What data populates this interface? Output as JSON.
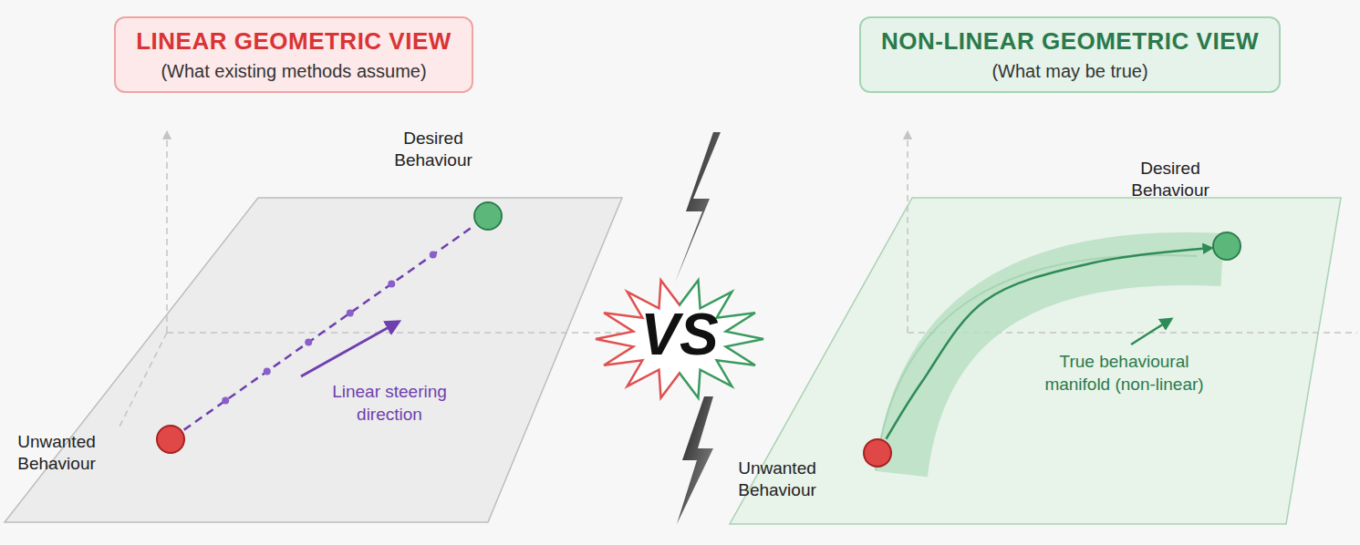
{
  "diagram": {
    "nodes": [
      {
        "text": [
          "LINEAR GEOMETRIC VIEW",
          "(What existing methods assume)"
        ]
      },
      {
        "text": [
          "Unwanted Behaviour"
        ]
      },
      {
        "text": [
          "Desired Behaviour"
        ]
      },
      {
        "text": [
          "NON-LINEAR GEOMETRIC VIEW",
          "(What may be true)"
        ]
      },
      {
        "text": [
          "Unwanted Behaviour"
        ]
      },
      {
        "text": [
          "Desired Behaviour"
        ]
      }
    ],
    "edges": [
      {
        "from": 1,
        "to": 2,
        "arrow": "none"
      },
      {
        "from": 4,
        "to": 5,
        "arrow": "to"
      }
    ],
    "labels": [
      "Linear steering direction",
      "VS",
      "True behavioural manifold (non-linear)"
    ]
  }
}
